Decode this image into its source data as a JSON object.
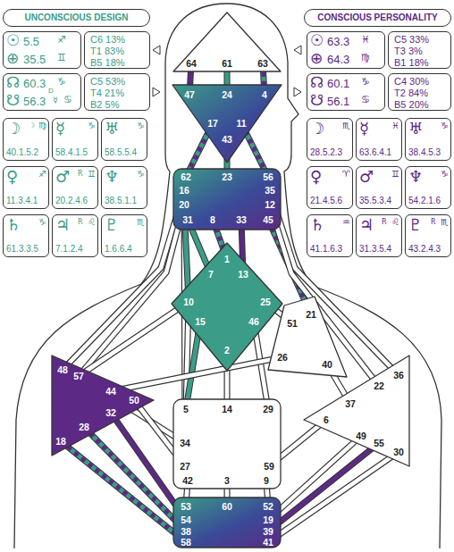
{
  "diagram": {
    "nodes": [
      {
        "text": [
          "UNCONSCIOUS DESIGN"
        ]
      },
      {
        "text": [
          "CONSCIOUS PERSONALITY"
        ]
      },
      {
        "text": [
          "☉",
          "5.5",
          "♐",
          "⊕",
          "35.5",
          "♊"
        ]
      },
      {
        "text": [
          "C6 13%",
          "T1 83%",
          "B5 18%"
        ]
      },
      {
        "text": [
          "☉",
          "63.3",
          "♓",
          "⊕",
          "64.3",
          "♍"
        ]
      },
      {
        "text": [
          "C5 33%",
          "T3 3%",
          "B1 18%"
        ]
      },
      {
        "text": [
          "☊",
          "60.3",
          "♑",
          "D",
          "☋",
          "56.3",
          "☿",
          "♋"
        ]
      },
      {
        "text": [
          "C5 53%",
          "T4 21%",
          "B2 5%"
        ]
      },
      {
        "text": [
          "☊",
          "60.1",
          "♑",
          "☋",
          "56.1",
          "♋"
        ]
      },
      {
        "text": [
          "C4 30%",
          "T2 84%",
          "B5 20%"
        ]
      },
      {
        "text": [
          "☽",
          "♍",
          "40.1.5.2",
          "☽"
        ]
      },
      {
        "text": [
          "☿",
          "♑",
          "58.4.1.5"
        ]
      },
      {
        "text": [
          "♅",
          "♑",
          "58.5.5.4"
        ]
      },
      {
        "text": [
          "♀",
          "♐",
          "11.3.4.1"
        ]
      },
      {
        "text": [
          "♂",
          "♊",
          "20.2.4.6",
          "R"
        ]
      },
      {
        "text": [
          "♆",
          "♑",
          "38.5.1.1"
        ]
      },
      {
        "text": [
          "♄",
          "♑",
          "61.3.3.5"
        ]
      },
      {
        "text": [
          "♃",
          "♌",
          "7.1.2.4",
          "R"
        ]
      },
      {
        "text": [
          "♇",
          "♏",
          "1.6.6.4"
        ]
      },
      {
        "text": [
          "☽",
          "♏",
          "28.5.2.3"
        ]
      },
      {
        "text": [
          "☿",
          "♓",
          "63.6.4.1"
        ]
      },
      {
        "text": [
          "♅",
          "♑",
          "38.4.5.3"
        ]
      },
      {
        "text": [
          "♀",
          "♈",
          "21.4.5.6"
        ]
      },
      {
        "text": [
          "♂",
          "♊",
          "35.5.3.4"
        ]
      },
      {
        "text": [
          "♆",
          "♑",
          "54.2.1.6"
        ]
      },
      {
        "text": [
          "♄",
          "♒",
          "41.1.6.3"
        ]
      },
      {
        "text": [
          "♃",
          "♌",
          "31.3.5.4",
          "R"
        ]
      },
      {
        "text": [
          "♇",
          "♏",
          "43.2.4.3",
          "R"
        ]
      },
      {
        "text": [
          "64",
          "61",
          "63"
        ]
      },
      {
        "text": [
          "47",
          "24",
          "4",
          "17",
          "43",
          "11"
        ]
      },
      {
        "text": [
          "62",
          "23",
          "56",
          "16",
          "35",
          "20",
          "12",
          "31",
          "8",
          "33",
          "45"
        ]
      },
      {
        "text": [
          "1",
          "13",
          "7",
          "10",
          "25",
          "15",
          "46",
          "2"
        ]
      },
      {
        "text": [
          "51",
          "21",
          "26",
          "40"
        ]
      },
      {
        "text": [
          "48",
          "57",
          "44",
          "50",
          "32",
          "28",
          "18"
        ]
      },
      {
        "text": [
          "5",
          "14",
          "29",
          "34",
          "27",
          "59",
          "42",
          "3",
          "9"
        ]
      },
      {
        "text": [
          "22",
          "36",
          "37",
          "6",
          "49",
          "55",
          "30"
        ]
      },
      {
        "text": [
          "53",
          "60",
          "52",
          "54",
          "19",
          "38",
          "39",
          "58",
          "41"
        ]
      }
    ],
    "edges": [
      {
        "from": 28,
        "to": 29,
        "arrow": "none"
      },
      {
        "from": 28,
        "to": 29,
        "arrow": "none"
      },
      {
        "from": 28,
        "to": 29,
        "arrow": "none"
      },
      {
        "from": 29,
        "to": 30,
        "arrow": "none"
      },
      {
        "from": 29,
        "to": 30,
        "arrow": "none"
      },
      {
        "from": 29,
        "to": 30,
        "arrow": "none"
      },
      {
        "from": 30,
        "to": 33,
        "arrow": "none"
      },
      {
        "from": 30,
        "to": 33,
        "arrow": "none"
      },
      {
        "from": 30,
        "to": 34,
        "arrow": "none"
      },
      {
        "from": 30,
        "to": 31,
        "arrow": "none"
      },
      {
        "from": 30,
        "to": 31,
        "arrow": "none"
      },
      {
        "from": 30,
        "to": 31,
        "arrow": "none"
      },
      {
        "from": 30,
        "to": 31,
        "arrow": "none"
      },
      {
        "from": 30,
        "to": 32,
        "arrow": "none"
      },
      {
        "from": 30,
        "to": 35,
        "arrow": "none"
      },
      {
        "from": 30,
        "to": 35,
        "arrow": "none"
      },
      {
        "from": 31,
        "to": 33,
        "arrow": "none"
      },
      {
        "from": 31,
        "to": 34,
        "arrow": "none"
      },
      {
        "from": 31,
        "to": 34,
        "arrow": "none"
      },
      {
        "from": 31,
        "to": 34,
        "arrow": "none"
      },
      {
        "from": 31,
        "to": 34,
        "arrow": "none"
      },
      {
        "from": 31,
        "to": 32,
        "arrow": "none"
      },
      {
        "from": 32,
        "to": 33,
        "arrow": "none"
      },
      {
        "from": 32,
        "to": 35,
        "arrow": "none"
      },
      {
        "from": 34,
        "to": 33,
        "arrow": "none"
      },
      {
        "from": 34,
        "to": 33,
        "arrow": "none"
      },
      {
        "from": 34,
        "to": 35,
        "arrow": "none"
      },
      {
        "from": 34,
        "to": 36,
        "arrow": "none"
      },
      {
        "from": 34,
        "to": 36,
        "arrow": "none"
      },
      {
        "from": 34,
        "to": 36,
        "arrow": "none"
      },
      {
        "from": 33,
        "to": 36,
        "arrow": "none"
      },
      {
        "from": 33,
        "to": 36,
        "arrow": "none"
      },
      {
        "from": 33,
        "to": 36,
        "arrow": "none"
      },
      {
        "from": 35,
        "to": 36,
        "arrow": "none"
      },
      {
        "from": 35,
        "to": 36,
        "arrow": "none"
      },
      {
        "from": 35,
        "to": 36,
        "arrow": "none"
      }
    ]
  }
}
